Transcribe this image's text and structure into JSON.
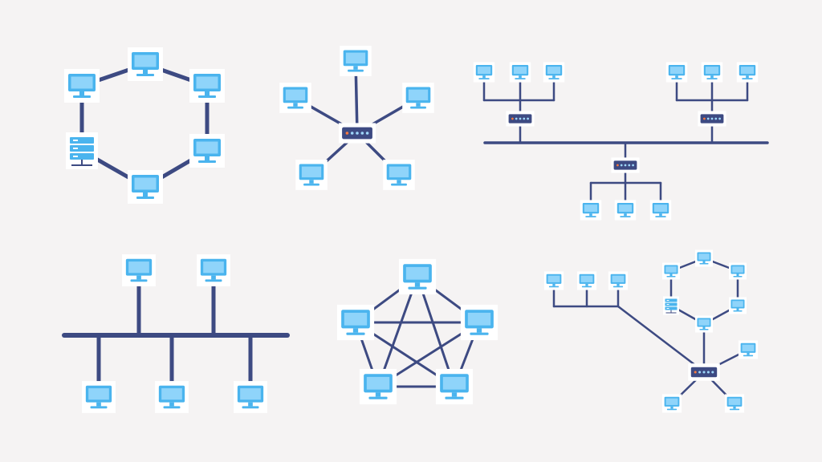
{
  "diagram": {
    "background": "#f5f3f3",
    "colors": {
      "link": "#3d4a82",
      "monitor": "#4ab4ee",
      "monitor_light": "#8fd4fa",
      "tile": "#ffffff",
      "switch_body": "#3d4a82",
      "server": "#4ab4ee"
    },
    "icons": {
      "computer": "monitor-icon",
      "server": "server-icon",
      "switch": "switch-icon"
    },
    "topologies": [
      {
        "id": "ring",
        "type": "ring",
        "nodes": 6,
        "server_nodes": 1
      },
      {
        "id": "star",
        "type": "star",
        "nodes": 6,
        "switches": 1
      },
      {
        "id": "tree",
        "type": "tree",
        "nodes": 9,
        "switches": 3
      },
      {
        "id": "bus",
        "type": "bus",
        "nodes": 5
      },
      {
        "id": "mesh",
        "type": "mesh",
        "nodes": 5
      },
      {
        "id": "hybrid",
        "type": "hybrid",
        "nodes": 14,
        "server_nodes": 1,
        "switches": 1
      }
    ]
  }
}
